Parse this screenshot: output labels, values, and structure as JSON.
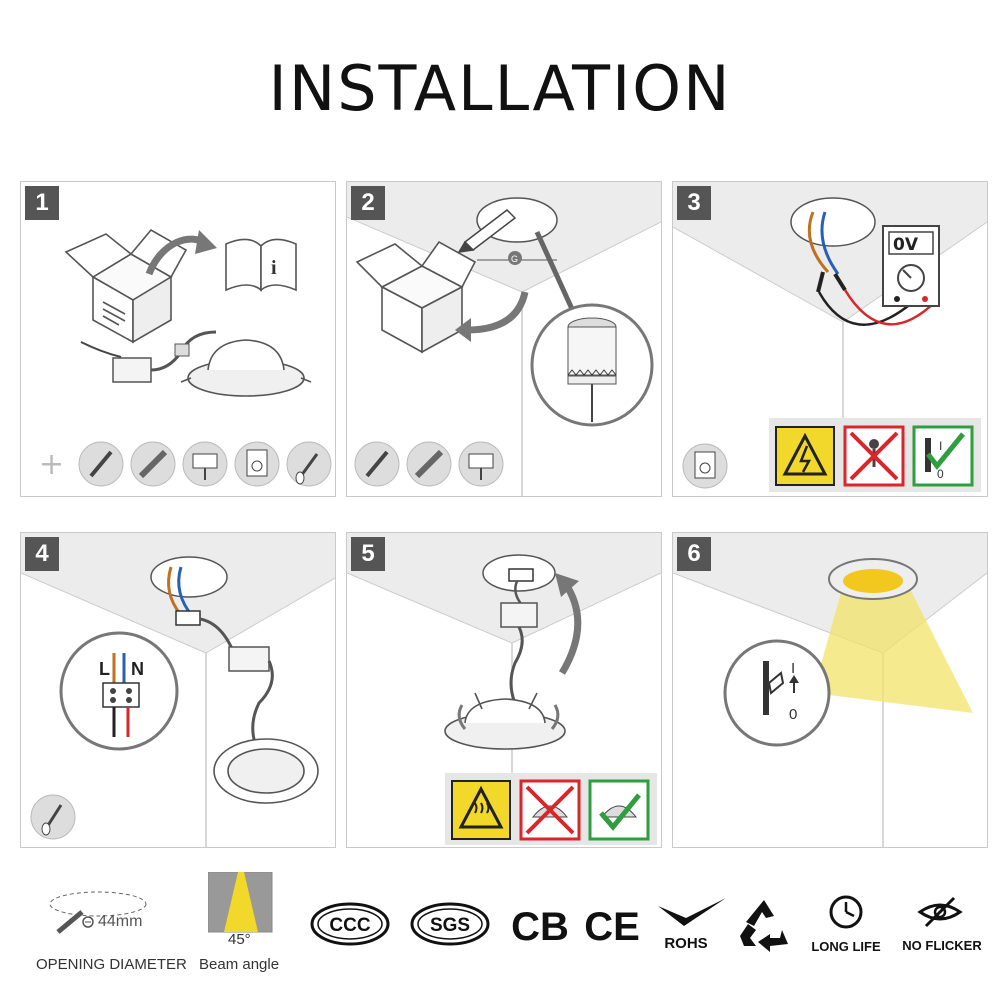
{
  "title": "INSTALLATION",
  "steps": [
    {
      "number": "1"
    },
    {
      "number": "2",
      "marker": "G"
    },
    {
      "number": "3",
      "meter_reading": "0V"
    },
    {
      "number": "4",
      "terminal_l": "L",
      "terminal_n": "N"
    },
    {
      "number": "5"
    },
    {
      "number": "6",
      "switch_on": "I",
      "switch_off": "0"
    }
  ],
  "warning_switch": {
    "on": "I",
    "off": "0"
  },
  "footer": {
    "opening_size": "44mm",
    "opening_label": "OPENING DIAMETER",
    "beam_value": "45°",
    "beam_label": "Beam angle",
    "certs": [
      "CCC",
      "SGS",
      "CB",
      "CE",
      "ROHS",
      "LONG LIFE",
      "NO FLICKER"
    ]
  },
  "colors": {
    "step_badge": "#555555",
    "warning_yellow": "#f2d82a",
    "prohibited_red": "#d9262b",
    "ok_green": "#2e9e3e",
    "beam_yellow": "#f3e36a"
  }
}
